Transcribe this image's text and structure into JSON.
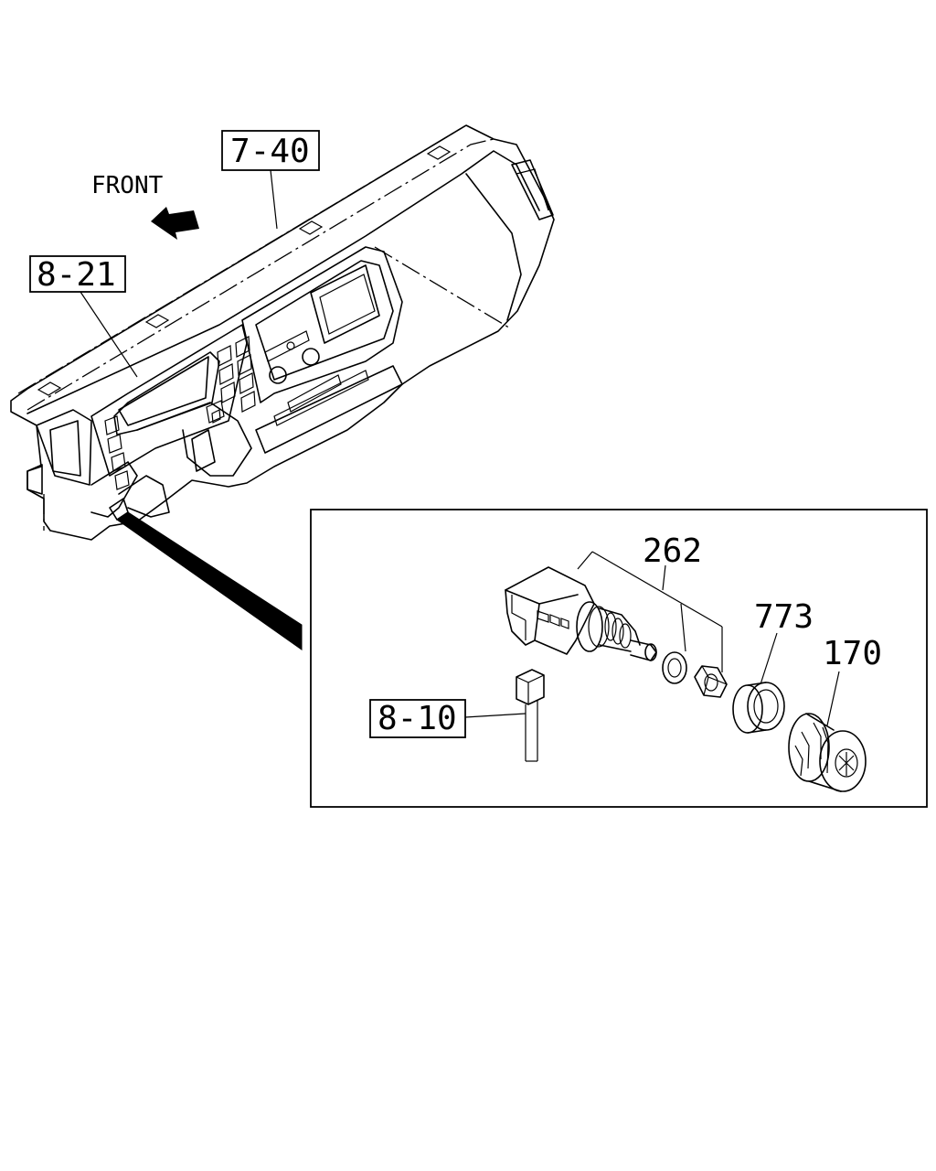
{
  "front_label": "FRONT",
  "callouts": {
    "ref_7_40": "7-40",
    "ref_8_21": "8-21",
    "ref_8_10": "8-10",
    "part_262": "262",
    "part_773": "773",
    "part_170": "170"
  }
}
